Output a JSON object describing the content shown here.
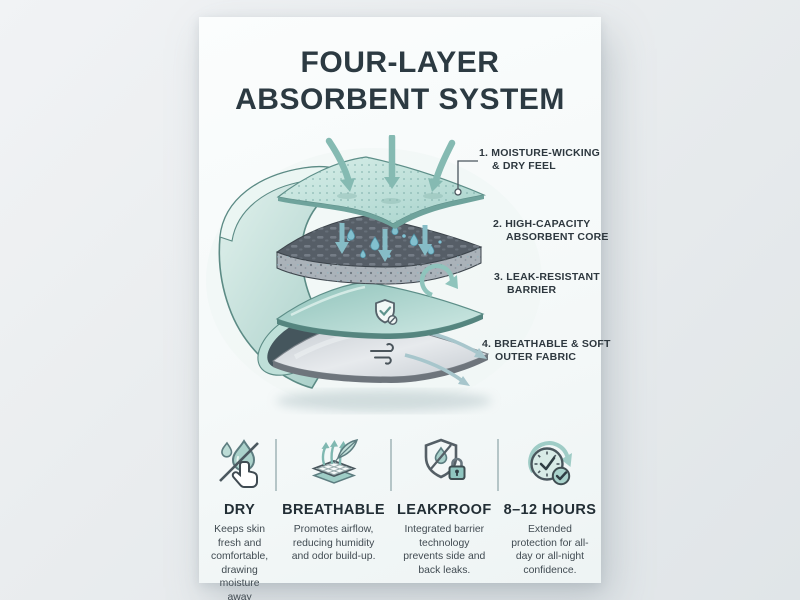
{
  "poster": {
    "title_line1": "FOUR-LAYER",
    "title_line2": "ABSORBENT SYSTEM"
  },
  "layers": [
    {
      "line1": "1. MOISTURE-WICKING",
      "line2": "& DRY FEEL"
    },
    {
      "line1": "2. HIGH-CAPACITY",
      "line2": "ABSORBENT CORE"
    },
    {
      "line1": "3. LEAK-RESISTANT",
      "line2": "BARRIER"
    },
    {
      "line1": "4. BREATHABLE & SOFT",
      "line2": "OUTER FABRIC"
    }
  ],
  "features": [
    {
      "name": "DRY",
      "desc": "Keeps skin fresh and comfortable, drawing moisture away instantly.",
      "icon": "droplet-slash-touch-icon"
    },
    {
      "name": "BREATHABLE",
      "desc": "Promotes airflow, reducing humidity and odor build-up.",
      "icon": "mesh-airflow-feather-icon"
    },
    {
      "name": "LEAKPROOF",
      "desc": "Integrated barrier technology prevents side and back leaks.",
      "icon": "shield-droplet-lock-icon"
    },
    {
      "name": "8–12 HOURS",
      "desc": "Extended protection for all-day or all-night confidence.",
      "icon": "clock-renewal-check-icon"
    }
  ],
  "diagram": {
    "subject": "exploded-view absorbent underwear with four layers",
    "icons": [
      "absorb-arrows-icon",
      "droplets-icon",
      "cycle-arrow-icon",
      "shield-check-icon",
      "wind-icon",
      "airflow-out-arrows-icon"
    ]
  },
  "colors": {
    "background": "#e8ecee",
    "poster": "#f8fbfb",
    "title_text": "#2c3a42",
    "label_text": "#2e383f",
    "teal_accent": "#8fc4bd",
    "teal_dark": "#5c8b85",
    "core_dark": "#565e67",
    "outer_gray": "#c9ced4",
    "body_text": "#414b52",
    "divider": "#b5c5c7"
  }
}
